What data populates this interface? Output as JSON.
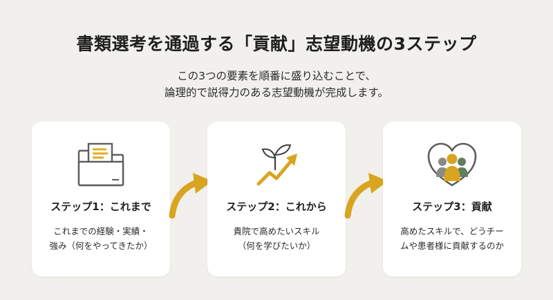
{
  "title": "書類選考を通過する「貢献」志望動機の3ステップ",
  "subtitle": {
    "line1": "この3つの要素を順番に盛り込むことで、",
    "line2": "論理的で説得力のある志望動機が完成します。"
  },
  "steps": [
    {
      "title": "ステップ1：これまで",
      "desc_line1": "これまでの経験・実績・",
      "desc_line2": "強み（何をやってきたか）",
      "icon": "folder-documents-icon"
    },
    {
      "title": "ステップ2：これから",
      "desc_line1": "貴院で高めたいスキル",
      "desc_line2": "（何を学びたいか）",
      "icon": "growth-sprout-arrow-icon"
    },
    {
      "title": "ステップ3：貢献",
      "desc_line1": "高めたスキルで、どうチー",
      "desc_line2": "ムや患者様に貢献するのか",
      "icon": "heart-people-icon"
    }
  ],
  "colors": {
    "background": "#f1f0ec",
    "card": "#ffffff",
    "accent_gold": "#d9a520",
    "accent_green": "#5f7f5f",
    "icon_gray": "#6e6e6e"
  }
}
